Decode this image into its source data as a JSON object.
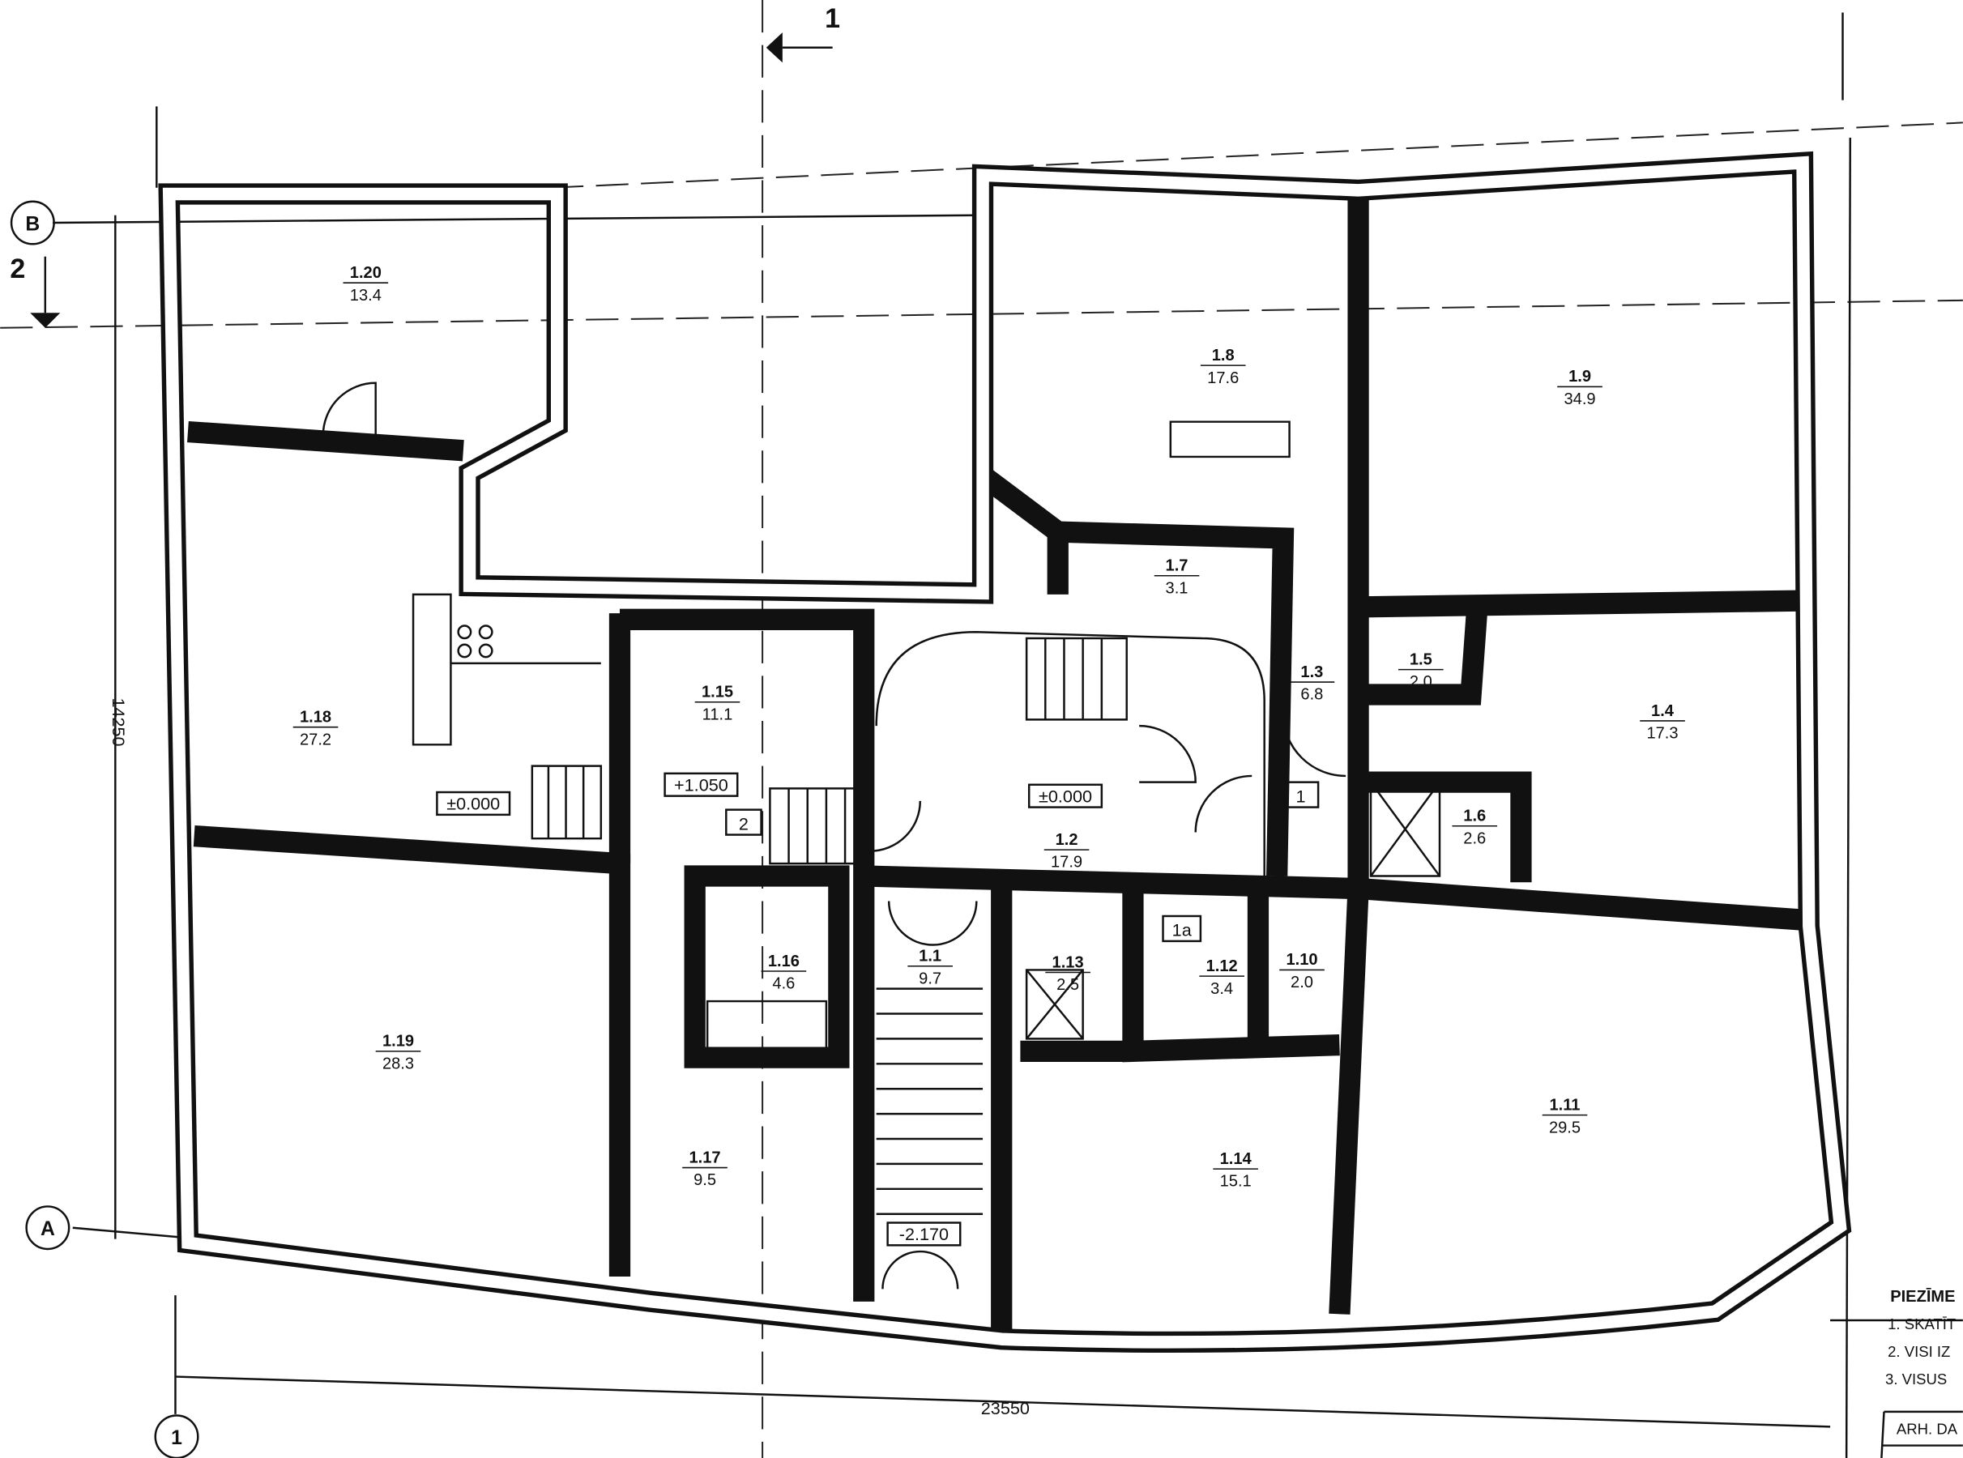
{
  "rooms": [
    {
      "id": "1.20",
      "area": "13.4"
    },
    {
      "id": "1.8",
      "area": "17.6"
    },
    {
      "id": "1.9",
      "area": "34.9"
    },
    {
      "id": "1.18",
      "area": "27.2"
    },
    {
      "id": "1.15",
      "area": "11.1"
    },
    {
      "id": "1.7",
      "area": "3.1"
    },
    {
      "id": "1.3",
      "area": "6.8"
    },
    {
      "id": "1.5",
      "area": "2.0"
    },
    {
      "id": "1.4",
      "area": "17.3"
    },
    {
      "id": "1.6",
      "area": "2.6"
    },
    {
      "id": "1.2",
      "area": "17.9"
    },
    {
      "id": "1.16",
      "area": "4.6"
    },
    {
      "id": "1.1",
      "area": "9.7"
    },
    {
      "id": "1.13",
      "area": "2.5"
    },
    {
      "id": "1.12",
      "area": "3.4"
    },
    {
      "id": "1.10",
      "area": "2.0"
    },
    {
      "id": "1.19",
      "area": "28.3"
    },
    {
      "id": "1.17",
      "area": "9.5"
    },
    {
      "id": "1.14",
      "area": "15.1"
    },
    {
      "id": "1.11",
      "area": "29.5"
    }
  ],
  "levels": [
    "±0.000",
    "+1.050",
    "±0.000",
    "-2.170"
  ],
  "stair_tags": [
    "2",
    "1",
    "1a"
  ],
  "dimensions": {
    "height": "14250",
    "width": "23550"
  },
  "axes": {
    "b": "B",
    "a": "A",
    "one": "1"
  },
  "sections": {
    "s1": "1",
    "s2": "2"
  },
  "notes": {
    "heading": "PIEZĪME",
    "items": [
      "1. SKATĪT",
      "2. VISI IZ",
      "3. VISUS"
    ],
    "stamp": "ARH. DA"
  }
}
